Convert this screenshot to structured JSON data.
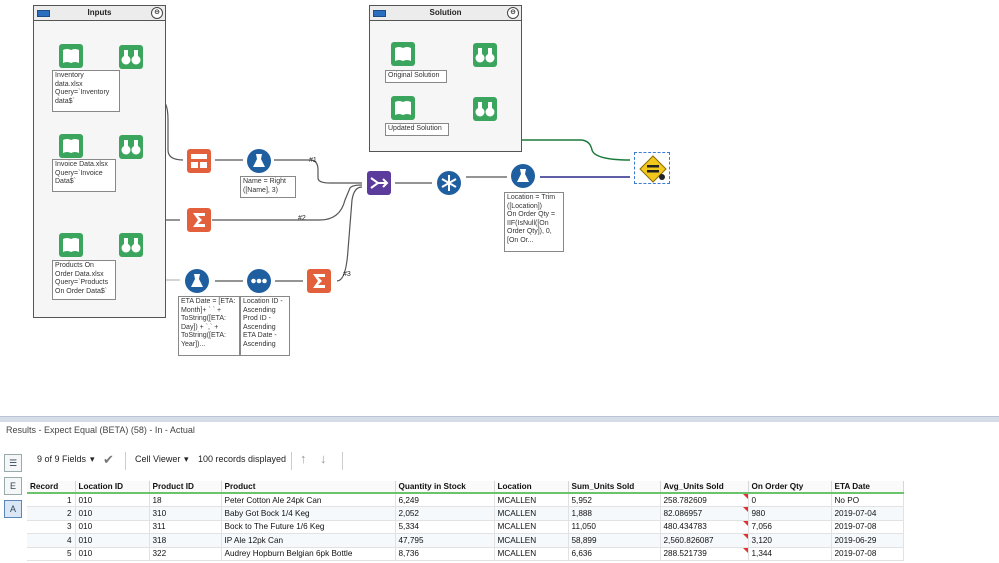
{
  "canvas": {
    "containers": {
      "inputs": {
        "title": "Inputs",
        "collapse_glyph": "⊖"
      },
      "solution": {
        "title": "Solution",
        "collapse_glyph": "⊖"
      }
    },
    "annotations": {
      "inventory": "Inventory\ndata.xlsx\nQuery=`Inventory\ndata$`",
      "invoice": "Invoice Data.xlsx\nQuery=`Invoice\nData$`",
      "products_on_order": "Products On\nOrder Data.xlsx\nQuery=`Products\nOn Order Data$`",
      "original_solution": "Original Solution",
      "updated_solution": "Updated Solution",
      "name_formula": "Name = Right\n([Name], 3)",
      "eta_formula": "ETA Date = [ETA:\nMonth]+ ` ` +\nToString([ETA:\nDay]) + `,` +\nToString([ETA:\nYear])...",
      "sort_desc": "Location ID -\nAscending\nProd ID -\nAscending\nETA Date -\nAscending",
      "location_formula": "Location = Trim\n([Location])\nOn Order Qty =\nIIF(IsNull([On\nOrder Qty]), 0,\n[On Or..."
    },
    "connection_labels": {
      "c1": "#1",
      "c2": "#2",
      "c3": "#3"
    }
  },
  "results": {
    "title": "Results - Expect Equal (BETA) (58) - In - Actual",
    "fields_selector": "9 of 9 Fields",
    "viewer_selector": "Cell Viewer",
    "records_displayed": "100 records displayed",
    "side_buttons": [
      "☰",
      "E",
      "A"
    ],
    "columns": [
      "Record",
      "Location ID",
      "Product ID",
      "Product",
      "Quantity in Stock",
      "Location",
      "Sum_Units Sold",
      "Avg_Units Sold",
      "On Order Qty",
      "ETA Date"
    ],
    "rows": [
      [
        "1",
        "010",
        "18",
        "Peter Cotton Ale 24pk Can",
        "6,249",
        "MCALLEN",
        "5,952",
        "258.782609",
        "0",
        "No PO"
      ],
      [
        "2",
        "010",
        "310",
        "Baby Got Bock 1/4 Keg",
        "2,052",
        "MCALLEN",
        "1,888",
        "82.086957",
        "980",
        "2019-07-04"
      ],
      [
        "3",
        "010",
        "311",
        "Bock to The Future 1/6 Keg",
        "5,334",
        "MCALLEN",
        "11,050",
        "480.434783",
        "7,056",
        "2019-07-08"
      ],
      [
        "4",
        "010",
        "318",
        "IP Ale 12pk Can",
        "47,795",
        "MCALLEN",
        "58,899",
        "2,560.826087",
        "3,120",
        "2019-06-29"
      ],
      [
        "5",
        "010",
        "322",
        "Audrey Hopburn Belgian 6pk Bottle",
        "8,736",
        "MCALLEN",
        "6,636",
        "288.521739",
        "1,344",
        "2019-07-08"
      ]
    ]
  }
}
